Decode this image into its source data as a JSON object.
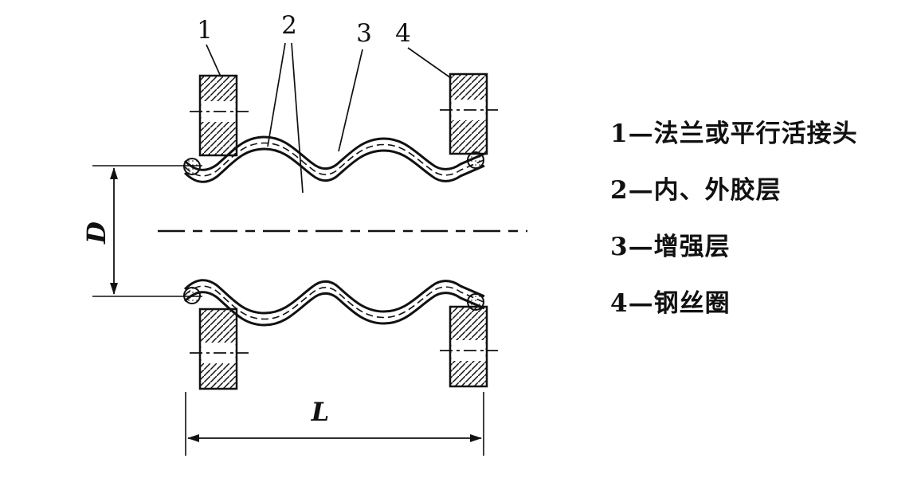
{
  "figure": {
    "title": "rubber-expansion-joint-sectional-diagram",
    "callouts": {
      "c1": "1",
      "c2": "2",
      "c3": "3",
      "c4": "4"
    },
    "dimensions": {
      "diameter": "D",
      "length": "L"
    }
  },
  "legend": {
    "items": [
      {
        "text": "1—法兰或平行活接头"
      },
      {
        "text": "2—内、外胶层"
      },
      {
        "text": "3—增强层"
      },
      {
        "text": "4—钢丝圈"
      }
    ]
  },
  "colors": {
    "ink": "#111111",
    "background": "#ffffff"
  }
}
